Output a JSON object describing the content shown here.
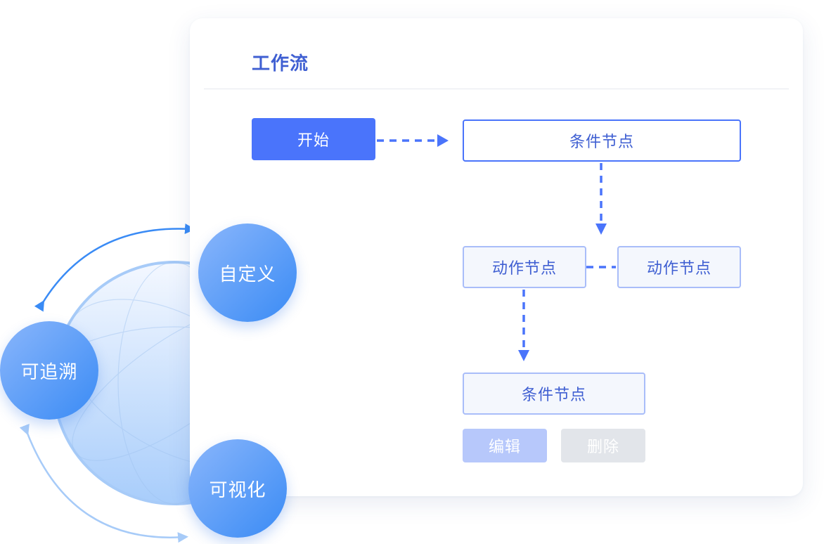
{
  "workflow": {
    "title": "工作流",
    "start_label": "开始",
    "condition_top_label": "条件节点",
    "action_left_label": "动作节点",
    "action_right_label": "动作节点",
    "condition_bottom_label": "条件节点",
    "edit_label": "编辑",
    "delete_label": "删除"
  },
  "features": {
    "customize": "自定义",
    "traceable": "可追溯",
    "visualize": "可视化"
  },
  "colors": {
    "primary": "#4a74fb",
    "title": "#3f5fd2",
    "node_text": "#3f5fd2",
    "node_border": "#4a74fb",
    "soft_border": "#a9bdf9",
    "soft_bg": "#f4f7fd",
    "edit_bg": "#b7c8fb",
    "delete_bg": "#e2e5ea",
    "button_text": "#ffffff",
    "circle_blue": "#3a8bf5"
  }
}
